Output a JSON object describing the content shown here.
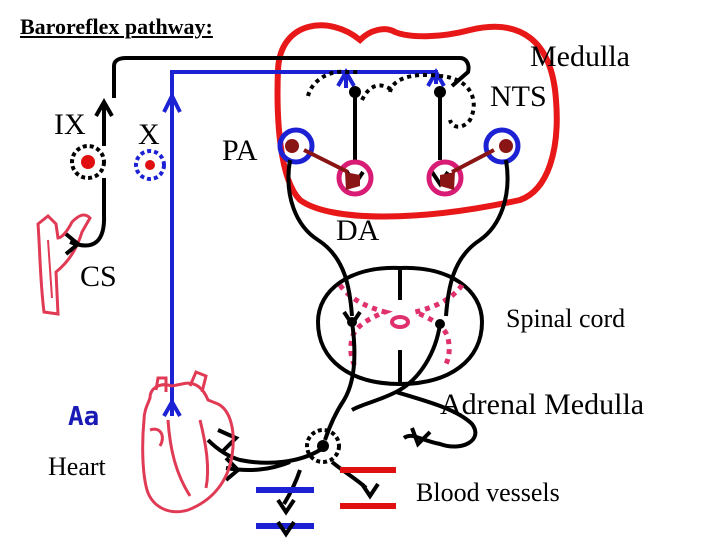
{
  "title": "Baroreflex pathway:",
  "labels": {
    "medulla": "Medulla",
    "nts": "NTS",
    "ix": "IX",
    "x": "X",
    "pa": "PA",
    "da": "DA",
    "cs": "CS",
    "spinal_cord": "Spinal cord",
    "aa": "Aa",
    "heart": "Heart",
    "adrenal_medulla": "Adrenal Medulla",
    "blood_vessels": "Blood vessels"
  },
  "colors": {
    "glossopharyngeal_pathway": "#000000",
    "vagal_pathway": "#1c22d4",
    "medulla_outline": "#e81818",
    "dorsal_horn_dots": "#e0306e",
    "nucleus_ring": "#d81b74",
    "dark_red_fill": "#8a1515",
    "artery_red": "#e01010",
    "heart_pink": "#e03a55"
  }
}
